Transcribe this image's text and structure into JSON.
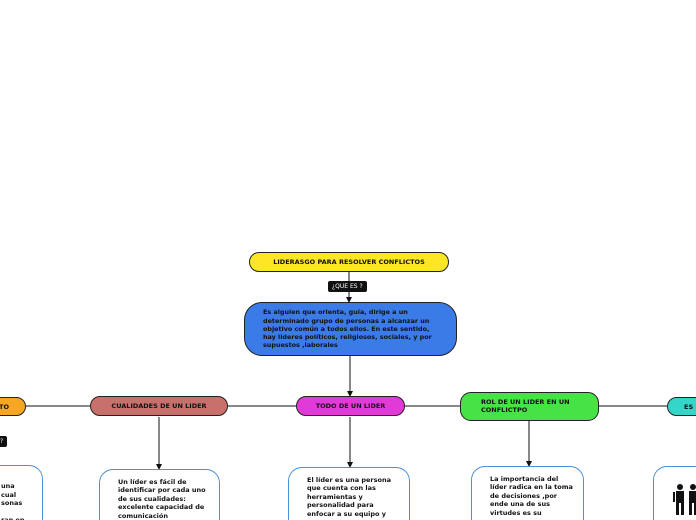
{
  "colors": {
    "root": "#fde725",
    "definition": "#3b7be8",
    "left_cut": "#f5a623",
    "cualidades": "#c8706b",
    "todo": "#e23ad8",
    "rol": "#47e245",
    "right_cut": "#33d6c8",
    "card_border": "#4a90d9"
  },
  "root": {
    "label": "LIDERASGO PARA RESOLVER CONFLICTOS"
  },
  "question_tag": {
    "label": "¿QUE ES ?"
  },
  "definition": {
    "text": "Es alguien que orienta, guía, dirige a un determinado grupo de personas a alcanzar un objetivo común a todos ellos. En este sentido, hay lideres políticos, religiosos, sociales, y por supuestos ,laborales"
  },
  "left_cut": {
    "label": "TO"
  },
  "left_tag": {
    "label": "?"
  },
  "cualidades": {
    "label": "CUALIDADES DE UN LIDER"
  },
  "todo": {
    "label": "TODO DE UN LIDER"
  },
  "rol": {
    "label": "ROL DE UN LIDER EN UN CONFLICTPO"
  },
  "right_cut": {
    "label": "ES"
  },
  "cards": {
    "left_cut": "una\ncual\nsonas\n\nran en",
    "cualidades": "Un líder es fácil de identificar por cada uno de sus cualidades: excelente capacidad de comunicación",
    "todo": "El líder es una persona que cuenta con las herramientas y personalidad para enfocar a su equipo y generar un",
    "rol": "La importancia del líder radica en la toma de decisiones ,por ende una de sus virtudes es su"
  },
  "icons": {
    "people": "people-icon"
  }
}
